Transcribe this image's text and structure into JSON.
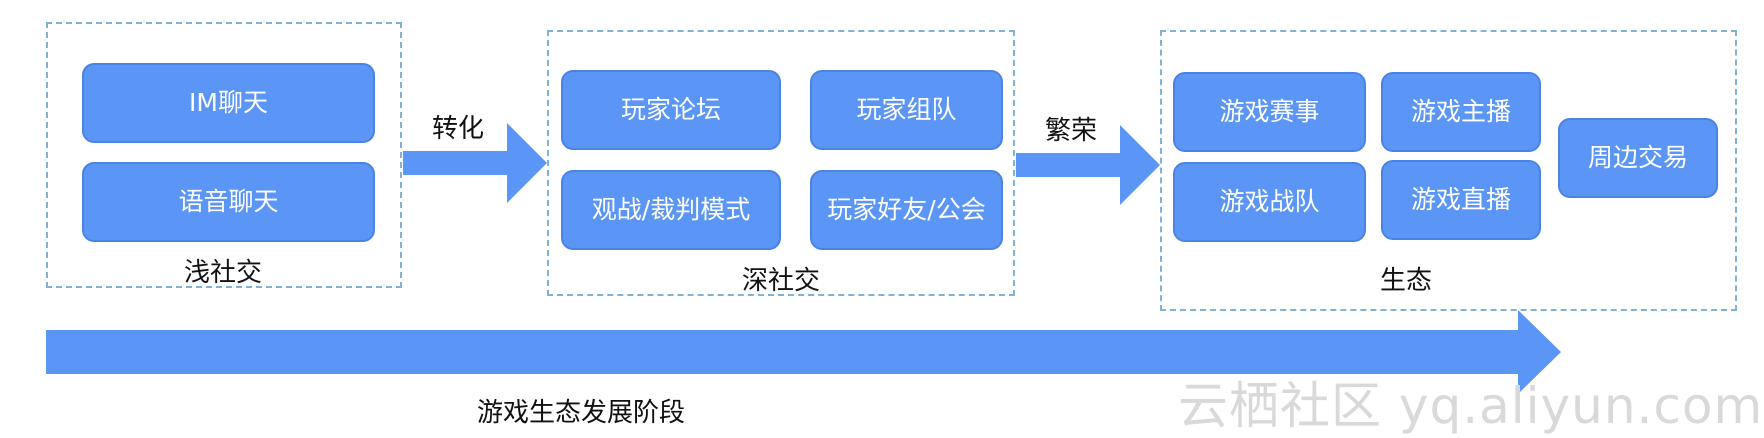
{
  "colors": {
    "box_fill": "#5b95f5",
    "arrow_fill": "#5b95f5",
    "group_border": "#7fb2d6"
  },
  "stages": [
    {
      "title": "浅社交",
      "items": [
        "IM聊天",
        "语音聊天"
      ]
    },
    {
      "title": "深社交",
      "items": [
        "玩家论坛",
        "玩家组队",
        "观战/裁判模式",
        "玩家好友/公会"
      ]
    },
    {
      "title": "生态",
      "items": [
        "游戏赛事",
        "游戏主播",
        "周边交易",
        "游戏战队",
        "游戏直播"
      ]
    }
  ],
  "transitions": [
    "转化",
    "繁荣"
  ],
  "timeline_label": "游戏生态发展阶段",
  "watermark": "云栖社区 yq.aliyun.com"
}
